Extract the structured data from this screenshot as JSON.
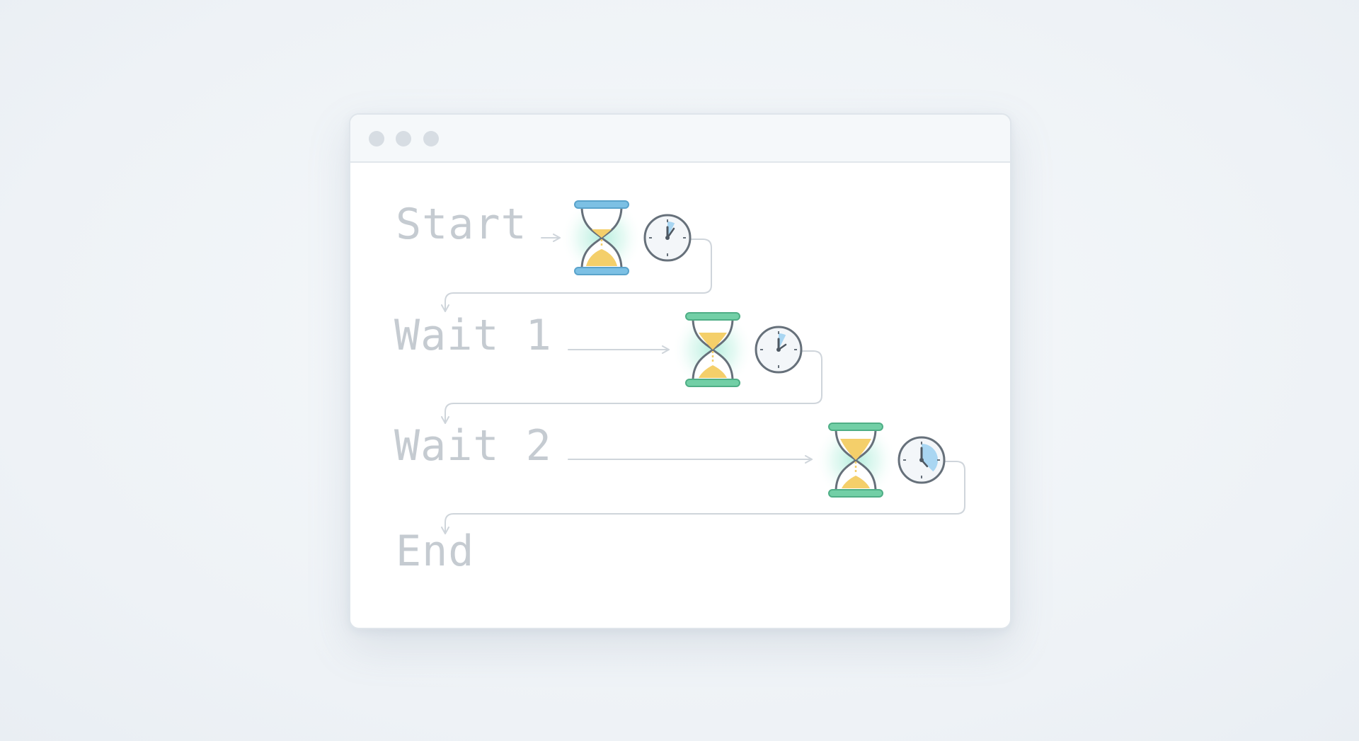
{
  "window": {
    "controls": [
      "window-dot",
      "window-dot",
      "window-dot"
    ]
  },
  "flow": {
    "steps": [
      {
        "label": "Start",
        "hourglass_accent": "#7cc0e4",
        "clock_fill_fraction": 0.12
      },
      {
        "label": "Wait 1",
        "hourglass_accent": "#72cfa6",
        "clock_fill_fraction": 0.12
      },
      {
        "label": "Wait 2",
        "hourglass_accent": "#72cfa6",
        "clock_fill_fraction": 0.38
      },
      {
        "label": "End"
      }
    ],
    "icons": [
      "hourglass-icon",
      "clock-icon",
      "arrow-right-icon",
      "arrow-down-icon"
    ],
    "colors": {
      "label": "#c5cbd1",
      "sand": "#f4cf6a",
      "clock_fill": "#a9d6f2",
      "glow": "#9be7d1",
      "connector": "#cfd5db"
    }
  }
}
